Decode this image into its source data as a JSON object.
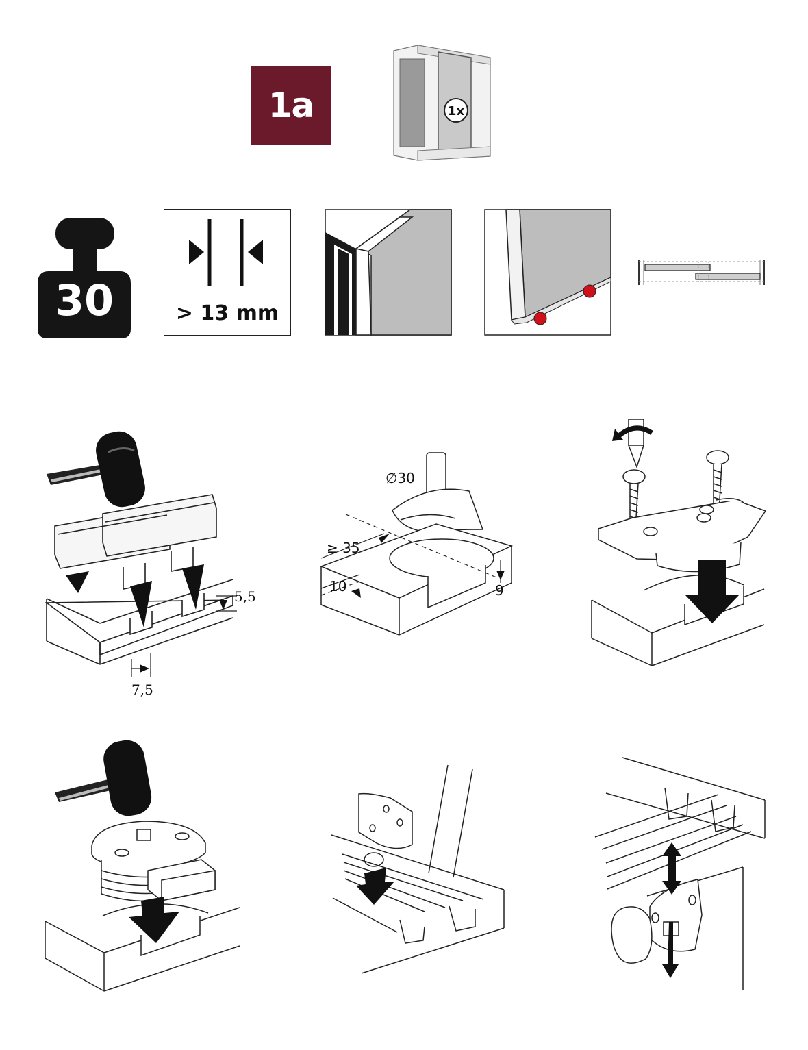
{
  "header": {
    "step_label": "1a",
    "step_color": "#6b1a2b",
    "quantity_label": "1x"
  },
  "requirements": {
    "max_weight": "30",
    "min_thickness": "> 13 mm"
  },
  "dimensions": {
    "groove_depth": "5,5",
    "groove_offset": "7,5",
    "bore_diameter": "∅30",
    "edge_distance": "≥ 35",
    "bore_offset": "10",
    "bore_depth": "9"
  },
  "colors": {
    "ink": "#111111",
    "panel_gray": "#bdbdbd",
    "roller_red": "#d0101a"
  },
  "icons": {
    "weight": "weight-icon",
    "thickness": "thickness-icon",
    "corner_joint": "corner-joint-icon",
    "door_rollers": "door-rollers-icon",
    "overlap_doors": "overlap-doors-icon",
    "hammer": "hammer-icon",
    "screwdriver": "screwdriver-icon"
  }
}
